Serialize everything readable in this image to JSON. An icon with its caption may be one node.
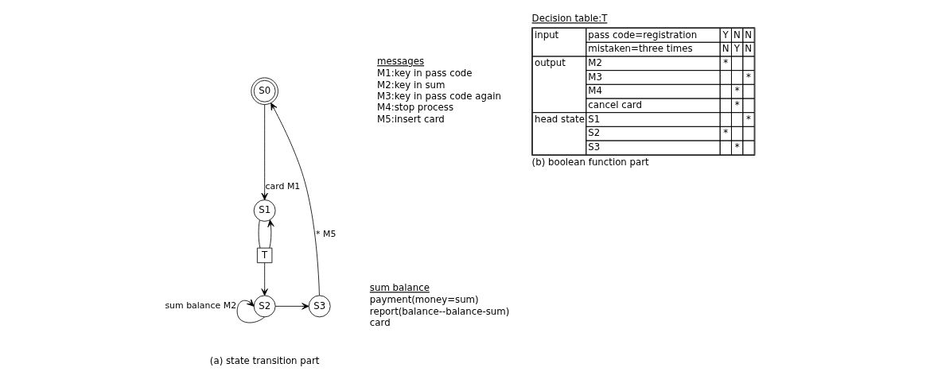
{
  "diagram": {
    "nodes": [
      {
        "text": [
          "S0"
        ]
      },
      {
        "text": [
          "S1"
        ]
      },
      {
        "text": [
          "T"
        ]
      },
      {
        "text": [
          "S2"
        ]
      },
      {
        "text": [
          "S3"
        ]
      }
    ],
    "edges": [
      {
        "from": 0,
        "to": 1,
        "arrow": "to",
        "label": "card M1"
      },
      {
        "from": 1,
        "to": 2,
        "arrow": "none"
      },
      {
        "from": 2,
        "to": 1,
        "arrow": "to"
      },
      {
        "from": 2,
        "to": 3,
        "arrow": "to"
      },
      {
        "from": 3,
        "to": 3,
        "arrow": "to",
        "label": "sum balance M2"
      },
      {
        "from": 3,
        "to": 4,
        "arrow": "to"
      },
      {
        "from": 4,
        "to": 0,
        "arrow": "to",
        "label": "* M5"
      }
    ],
    "labels": [
      "messages",
      "M1:key in pass code",
      "M2:key in sum",
      "M3:key in pass code again",
      "M4:stop process",
      "M5:insert card",
      "sum balance",
      "payment(money=sum)",
      "report(balance--balance-sum)",
      "card",
      "(a) state transition part",
      "Decision table:T",
      "input",
      "pass code=registration",
      "Y",
      "N",
      "N",
      "mistaken=three times",
      "N",
      "Y",
      "N",
      "output",
      "M2",
      "*",
      "M3",
      "*",
      "M4",
      "*",
      "cancel card",
      "*",
      "head state",
      "S1",
      "*",
      "S2",
      "*",
      "S3",
      "*",
      "(b) boolean function part"
    ]
  }
}
